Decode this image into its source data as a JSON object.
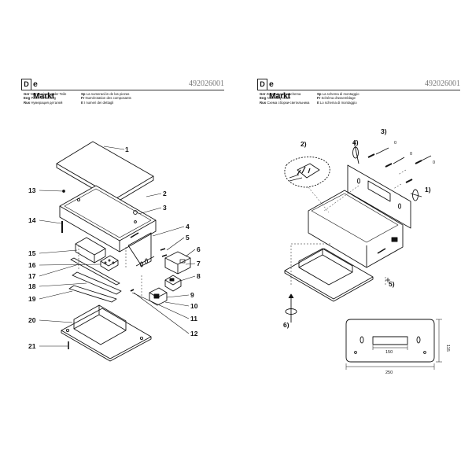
{
  "brand": {
    "mark": "D",
    "name": "e Markt"
  },
  "sheets": [
    {
      "code": "492026001",
      "legend": [
        [
          {
            "k": "Ger",
            "v": "Nummerierung der Teile"
          },
          {
            "k": "Eng",
            "v": "Parts numbering"
          },
          {
            "k": "Rus",
            "v": "Нумерация деталей"
          }
        ],
        [
          {
            "k": "Sp",
            "v": "La numeración de las piezas"
          },
          {
            "k": "Fr",
            "v": "Numérotation des composants"
          },
          {
            "k": "It",
            "v": "I numeri dei dettagli"
          }
        ]
      ]
    },
    {
      "code": "492026001",
      "legend": [
        [
          {
            "k": "Ger",
            "v": "Zusammenbauschema"
          },
          {
            "k": "Eng",
            "v": "Assembly chart"
          },
          {
            "k": "Rus",
            "v": "Схема сборки-светильника"
          }
        ],
        [
          {
            "k": "Sp",
            "v": "La schema di montaggio"
          },
          {
            "k": "Fr",
            "v": "Schéma d'assemblage"
          },
          {
            "k": "It",
            "v": "Lo schema di montaggio"
          }
        ]
      ]
    }
  ],
  "part_labels": [
    "1",
    "2",
    "3",
    "4",
    "5",
    "6",
    "7",
    "8",
    "9",
    "10",
    "11",
    "12",
    "13",
    "14",
    "15",
    "16",
    "17",
    "18",
    "19",
    "20",
    "21"
  ],
  "step_labels": [
    "1)",
    "2)",
    "3)",
    "4)",
    "5)",
    "6)"
  ],
  "dimensions": {
    "width": "250",
    "height": "115",
    "slot": "150"
  },
  "small_marks": {
    "zero": "0"
  }
}
